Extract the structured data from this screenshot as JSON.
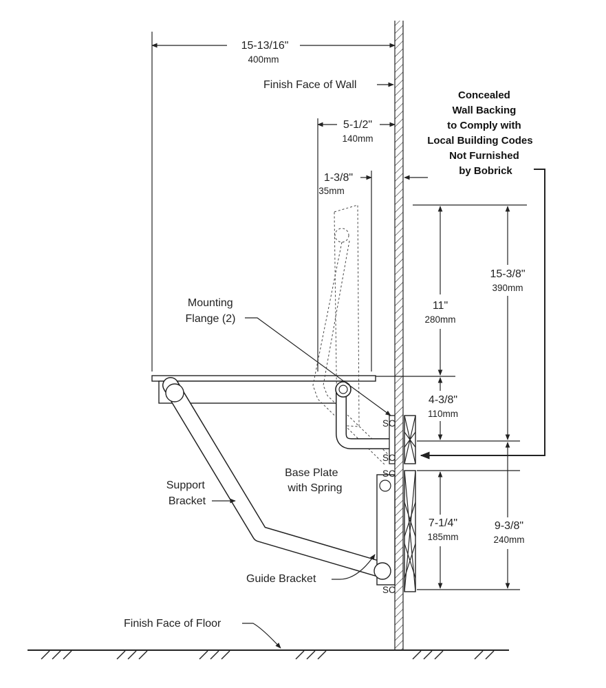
{
  "dimensions": {
    "overall_width": {
      "imperial": "15-13/16\"",
      "metric": "400mm"
    },
    "folded_depth": {
      "imperial": "5-1/2\"",
      "metric": "140mm"
    },
    "flange_offset": {
      "imperial": "1-3/8\"",
      "metric": "35mm"
    },
    "upper_height": {
      "imperial": "11\"",
      "metric": "280mm"
    },
    "total_upper": {
      "imperial": "15-3/8\"",
      "metric": "390mm"
    },
    "flange_spacing": {
      "imperial": "4-3/8\"",
      "metric": "110mm"
    },
    "lower_plate": {
      "imperial": "7-1/4\"",
      "metric": "185mm"
    },
    "lower_total": {
      "imperial": "9-3/8\"",
      "metric": "240mm"
    }
  },
  "labels": {
    "finish_face_wall": "Finish Face of Wall",
    "finish_face_floor": "Finish Face of Floor",
    "mounting_flange": [
      "Mounting",
      "Flange (2)"
    ],
    "support_bracket": [
      "Support",
      "Bracket"
    ],
    "base_plate": [
      "Base Plate",
      "with Spring"
    ],
    "guide_bracket": "Guide Bracket",
    "sc": "SC"
  },
  "note": {
    "lines": [
      "Concealed",
      "Wall Backing",
      "to Comply with",
      "Local Building Codes",
      "Not Furnished",
      "by Bobrick"
    ]
  }
}
